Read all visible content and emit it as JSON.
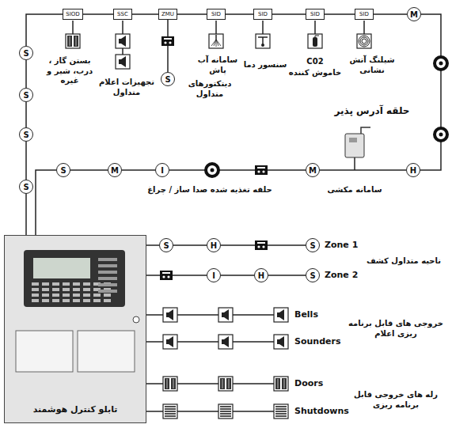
{
  "diagram": {
    "nodes": [
      {
        "text": [
          "تابلو کنترل هوشمند"
        ]
      },
      {
        "text": [
          "SIOD"
        ]
      },
      {
        "text": [
          "SSC"
        ]
      },
      {
        "text": [
          "ZMU"
        ]
      },
      {
        "text": [
          "SID"
        ]
      },
      {
        "text": [
          "SID"
        ]
      },
      {
        "text": [
          "SID"
        ]
      },
      {
        "text": [
          "SID"
        ]
      },
      {
        "text": [
          "S"
        ]
      },
      {
        "text": [
          "S"
        ]
      },
      {
        "text": [
          "S"
        ]
      },
      {
        "text": [
          "S"
        ]
      },
      {
        "text": [
          "M"
        ]
      },
      {
        "text": [
          "S"
        ]
      },
      {
        "text": [
          "S"
        ]
      },
      {
        "text": [
          "M"
        ]
      },
      {
        "text": [
          "I"
        ]
      },
      {
        "text": [
          "M"
        ]
      },
      {
        "text": [
          "H"
        ]
      },
      {
        "text": [
          "S"
        ]
      },
      {
        "text": [
          "H"
        ]
      },
      {
        "text": [
          "S"
        ]
      },
      {
        "text": [
          "I"
        ]
      },
      {
        "text": [
          "H"
        ]
      },
      {
        "text": [
          "S"
        ]
      }
    ],
    "edges": [
      {
        "from": 0,
        "to": 11,
        "arrow": "none"
      },
      {
        "from": 11,
        "to": 10,
        "arrow": "none"
      },
      {
        "from": 10,
        "to": 9,
        "arrow": "none"
      },
      {
        "from": 9,
        "to": 8,
        "arrow": "none"
      },
      {
        "from": 8,
        "to": 1,
        "arrow": "none"
      },
      {
        "from": 1,
        "to": 2,
        "arrow": "none"
      },
      {
        "from": 2,
        "to": 3,
        "arrow": "none"
      },
      {
        "from": 3,
        "to": 4,
        "arrow": "none"
      },
      {
        "from": 4,
        "to": 5,
        "arrow": "none"
      },
      {
        "from": 5,
        "to": 6,
        "arrow": "none"
      },
      {
        "from": 6,
        "to": 7,
        "arrow": "none"
      },
      {
        "from": 7,
        "to": 12,
        "arrow": "none"
      },
      {
        "from": 12,
        "to": 18,
        "arrow": "none"
      },
      {
        "from": 18,
        "to": 17,
        "arrow": "none"
      },
      {
        "from": 17,
        "to": 16,
        "arrow": "none"
      },
      {
        "from": 16,
        "to": 15,
        "arrow": "none"
      },
      {
        "from": 15,
        "to": 14,
        "arrow": "none"
      },
      {
        "from": 14,
        "to": 0,
        "arrow": "none"
      },
      {
        "from": 3,
        "to": 13,
        "arrow": "none"
      },
      {
        "from": 0,
        "to": 19,
        "arrow": "none"
      },
      {
        "from": 19,
        "to": 20,
        "arrow": "none"
      },
      {
        "from": 20,
        "to": 21,
        "arrow": "none"
      },
      {
        "from": 0,
        "to": 22,
        "arrow": "none"
      },
      {
        "from": 22,
        "to": 23,
        "arrow": "none"
      },
      {
        "from": 23,
        "to": 24,
        "arrow": "none"
      }
    ],
    "labels": [
      "بستن گاز ، درب، شیر و غیره",
      "تجهیزات اعلام متداول",
      "دیتکتورهای متداول",
      "سامانه آب پاش",
      "سنسور دما",
      "C02",
      "خاموش کننده",
      "شیلنگ آتش نشانی",
      "حلقه آدرس پذیر",
      "سامانه مکشی",
      "حلقه تغذیه شده صدا ساز / چراغ",
      "Zone 1",
      "ناحیه متداول کشف",
      "Zone 2",
      "Bells",
      "خروجی های قابل برنامه ریزی اعلام",
      "Sounders",
      "Doors",
      "رله های خروجی قابل برنامه ریزی",
      "Shutdowns"
    ]
  }
}
